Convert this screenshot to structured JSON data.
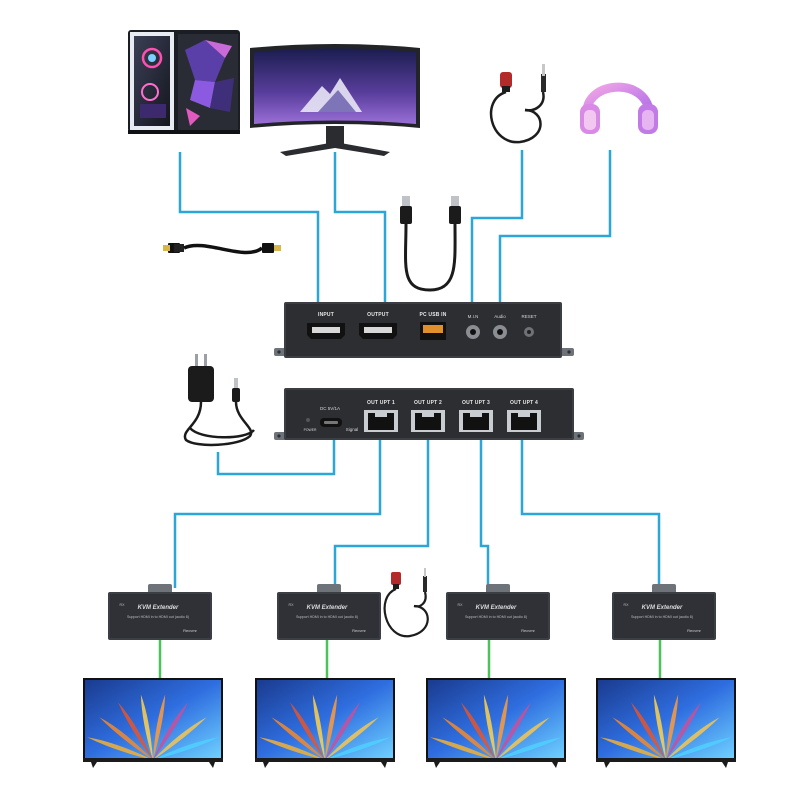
{
  "labels": {
    "input": "INPUT",
    "output": "OUTPUT",
    "pc_usb_in": "PC USB IN",
    "mic": "M.I.N",
    "audio": "Audio",
    "reset": "RESET",
    "dc": "DC 5V/1A",
    "power_led": "POWER",
    "signal": "Signal",
    "out1": "OUT UPT 1",
    "out2": "OUT UPT 2",
    "out3": "OUT UPT 3",
    "out4": "OUT UPT 4",
    "ext_badge": "RX",
    "ext_title": "KVM Extender",
    "ext_sub": "Support HDMI in to HDMI out (audio 8)",
    "ext_brand": "Recvmr"
  },
  "colors": {
    "cable_blue": "#2aa7d8",
    "cable_green": "#4cc25a",
    "device_dark": "#3b3e43",
    "device_front": "#2c2e32"
  }
}
